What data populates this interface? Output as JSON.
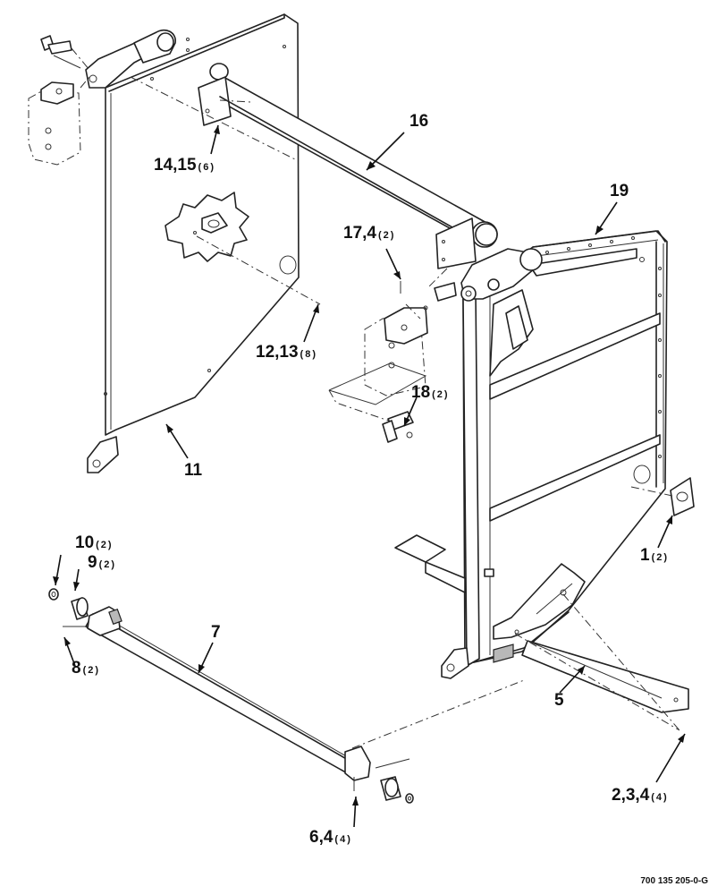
{
  "drawing_number": "700 135 205-0-G",
  "callouts": [
    {
      "id": "c16",
      "number": "16",
      "qty": ""
    },
    {
      "id": "c19",
      "number": "19",
      "qty": ""
    },
    {
      "id": "c14",
      "number": "14,15",
      "qty": "(6)"
    },
    {
      "id": "c17",
      "number": "17,4",
      "qty": "(2)"
    },
    {
      "id": "c12",
      "number": "12,13",
      "qty": "(8)"
    },
    {
      "id": "c18",
      "number": "18",
      "qty": "(2)"
    },
    {
      "id": "c11",
      "number": "11",
      "qty": ""
    },
    {
      "id": "c10",
      "number": "10",
      "qty": "(2)"
    },
    {
      "id": "c9",
      "number": "9",
      "qty": "(2)"
    },
    {
      "id": "c1",
      "number": "1",
      "qty": "(2)"
    },
    {
      "id": "c7",
      "number": "7",
      "qty": ""
    },
    {
      "id": "c8",
      "number": "8",
      "qty": "(2)"
    },
    {
      "id": "c5",
      "number": "5",
      "qty": ""
    },
    {
      "id": "c2",
      "number": "2,3,4",
      "qty": "(4)"
    },
    {
      "id": "c6",
      "number": "6,4",
      "qty": "(4)"
    }
  ]
}
